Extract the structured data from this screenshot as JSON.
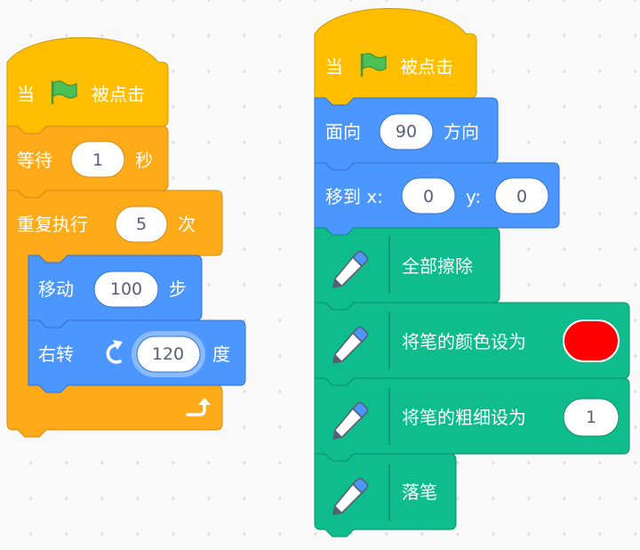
{
  "colors": {
    "events": "#ffbf00",
    "events_border": "#cc9900",
    "control": "#ffab19",
    "control_border": "#cf8b17",
    "motion": "#4c97ff",
    "motion_border": "#3373cc",
    "pen": "#0fbd8c",
    "pen_border": "#0b8e69",
    "pen_color_value": "#ff0000",
    "flag": "#4cbf56"
  },
  "script1": {
    "when_flag": {
      "when": "当",
      "clicked": "被点击"
    },
    "wait": {
      "label": "等待",
      "value": "1",
      "unit": "秒"
    },
    "repeat": {
      "label": "重复执行",
      "value": "5",
      "unit": "次"
    },
    "move": {
      "label": "移动",
      "value": "100",
      "unit": "步"
    },
    "turn": {
      "label": "右转",
      "value": "120",
      "unit": "度"
    }
  },
  "script2": {
    "when_flag": {
      "when": "当",
      "clicked": "被点击"
    },
    "point": {
      "label": "面向",
      "value": "90",
      "unit": "方向"
    },
    "goto": {
      "label": "移到 x:",
      "x": "0",
      "y_label": "y:",
      "y": "0"
    },
    "clear": {
      "label": "全部擦除"
    },
    "set_color": {
      "label": "将笔的颜色设为"
    },
    "set_size": {
      "label": "将笔的粗细设为",
      "value": "1"
    },
    "pen_down": {
      "label": "落笔"
    }
  }
}
